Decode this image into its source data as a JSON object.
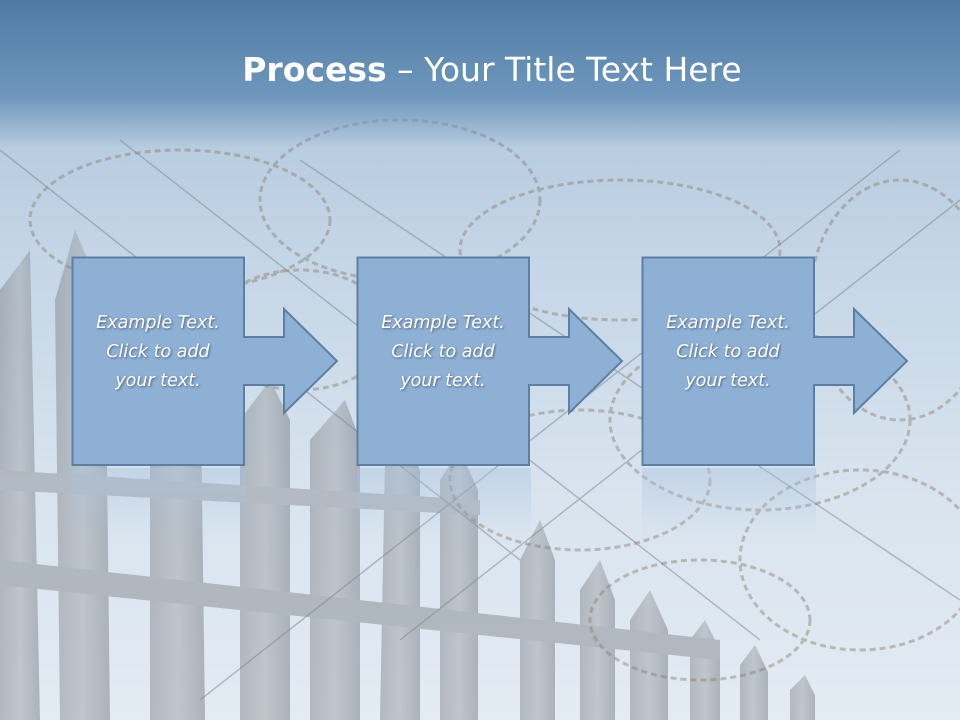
{
  "slide": {
    "title_bold": "Process",
    "title_rest": " – Your Title Text Here",
    "steps": [
      {
        "lines": [
          "Example Text.",
          "Click  to add",
          "your text."
        ]
      },
      {
        "lines": [
          "Example Text.",
          "Click  to add",
          "your text."
        ]
      },
      {
        "lines": [
          "Example Text.",
          "Click  to add",
          "your text."
        ]
      }
    ]
  },
  "colors": {
    "title_bar": "#5b85ae",
    "box_fill": "#8eb0d4",
    "box_border": "#5d7fa3",
    "text": "#ffffff"
  },
  "icons": [
    "barbed-wire-background",
    "fence-background",
    "right-arrow-shape"
  ]
}
